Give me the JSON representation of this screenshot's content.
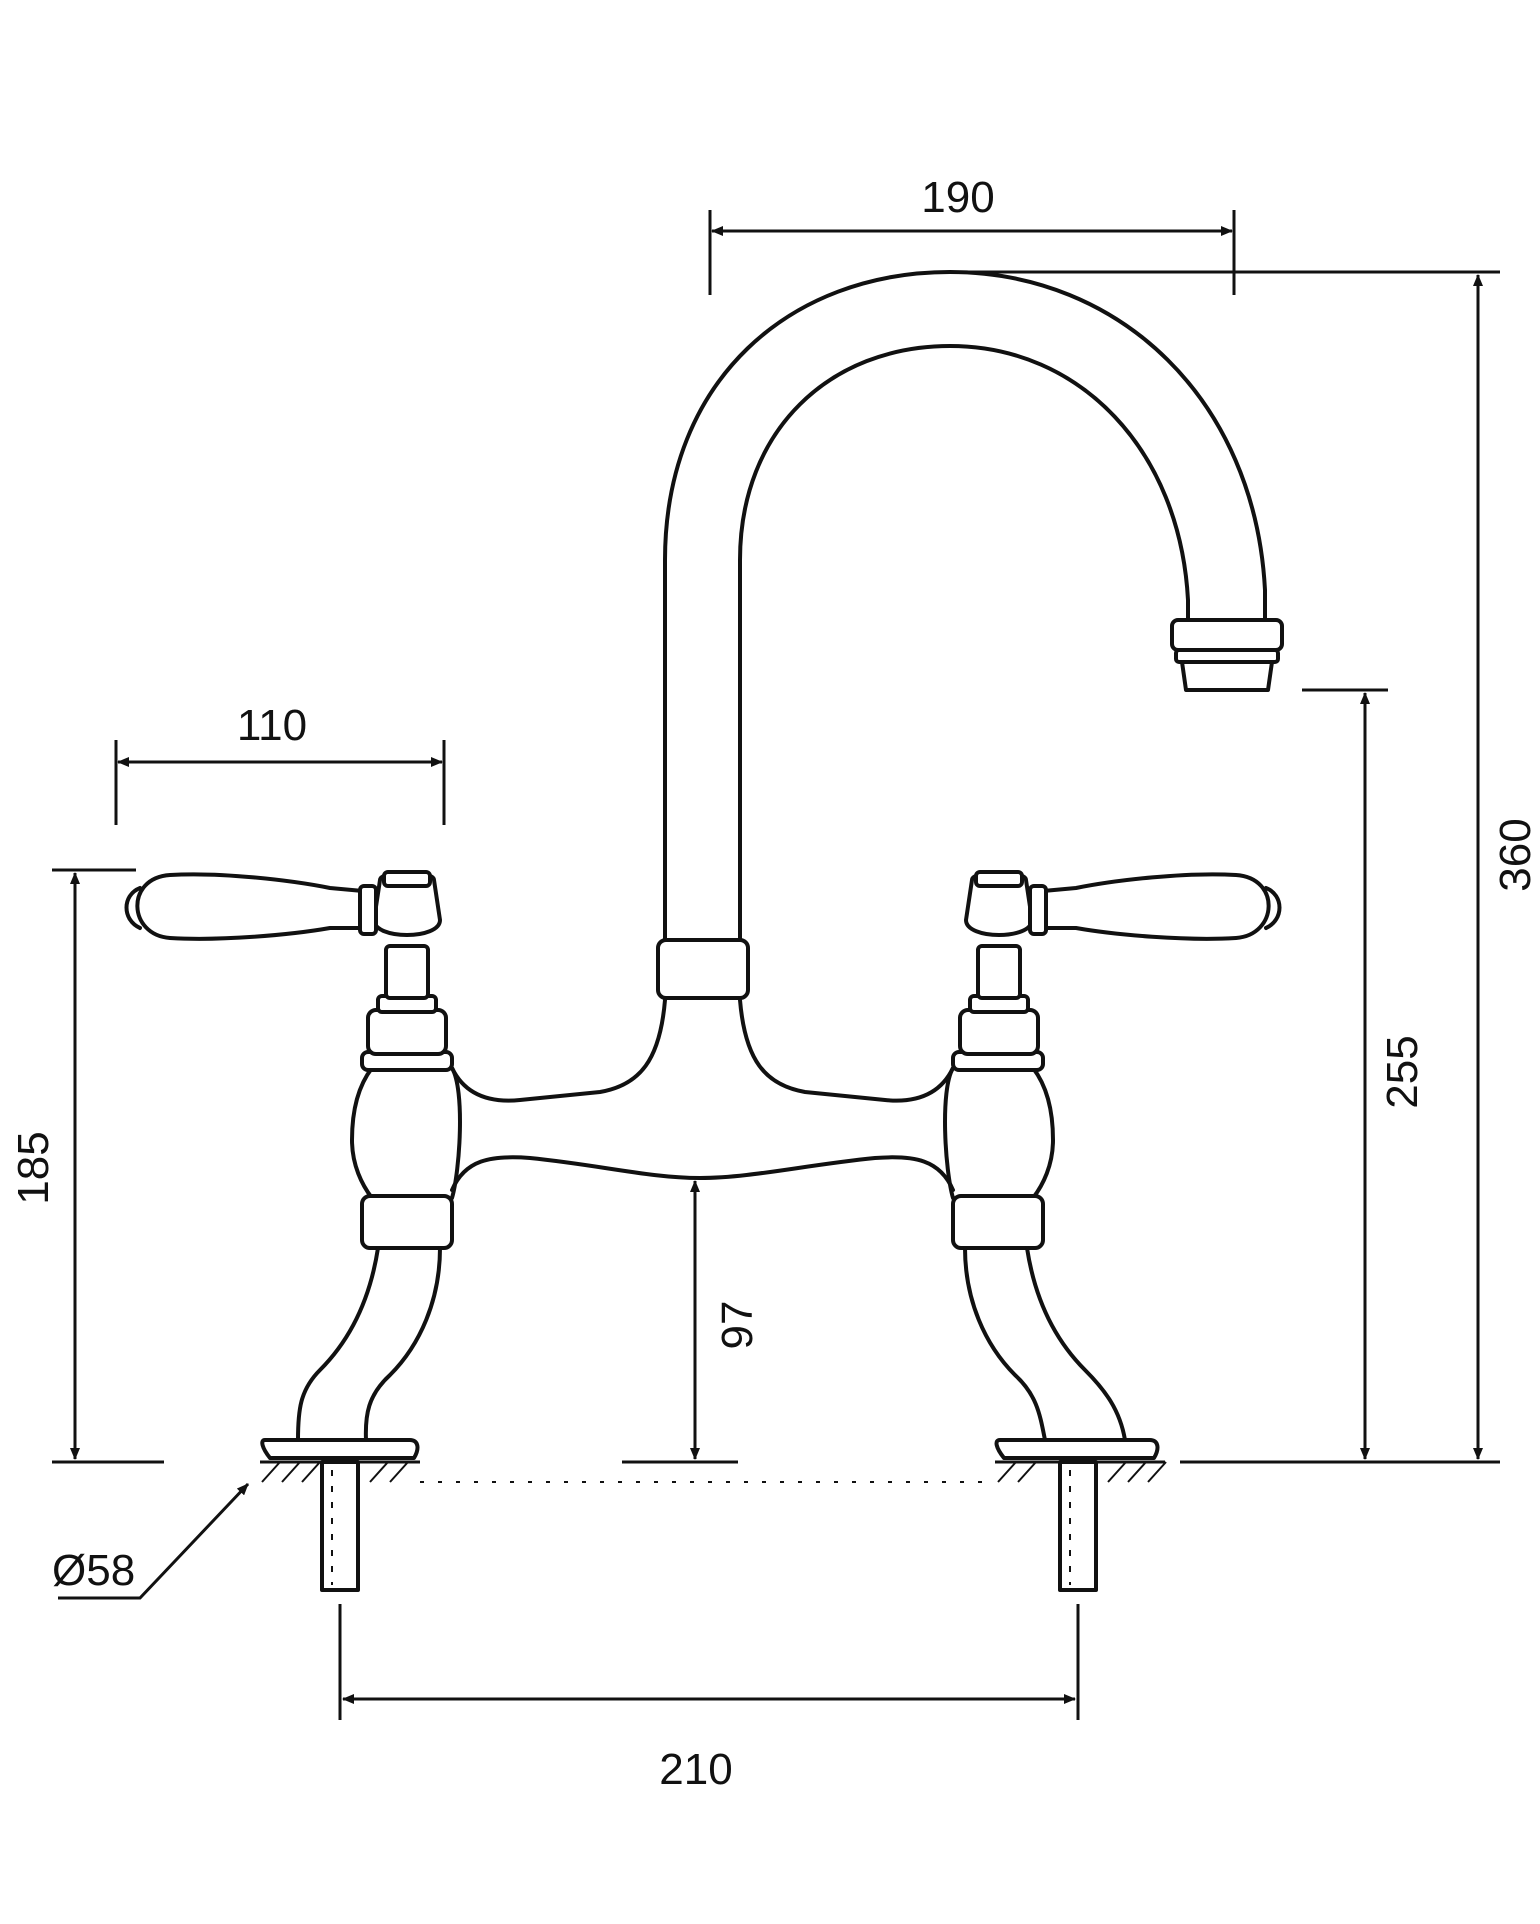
{
  "dimensions": {
    "spout_reach": "190",
    "handle_span": "110",
    "total_height": "360",
    "spout_outlet_height": "255",
    "handle_height": "185",
    "bridge_clearance": "97",
    "flange_diameter": "Ø58",
    "centers": "210"
  },
  "colors": {
    "line": "#111111",
    "background": "#ffffff"
  }
}
